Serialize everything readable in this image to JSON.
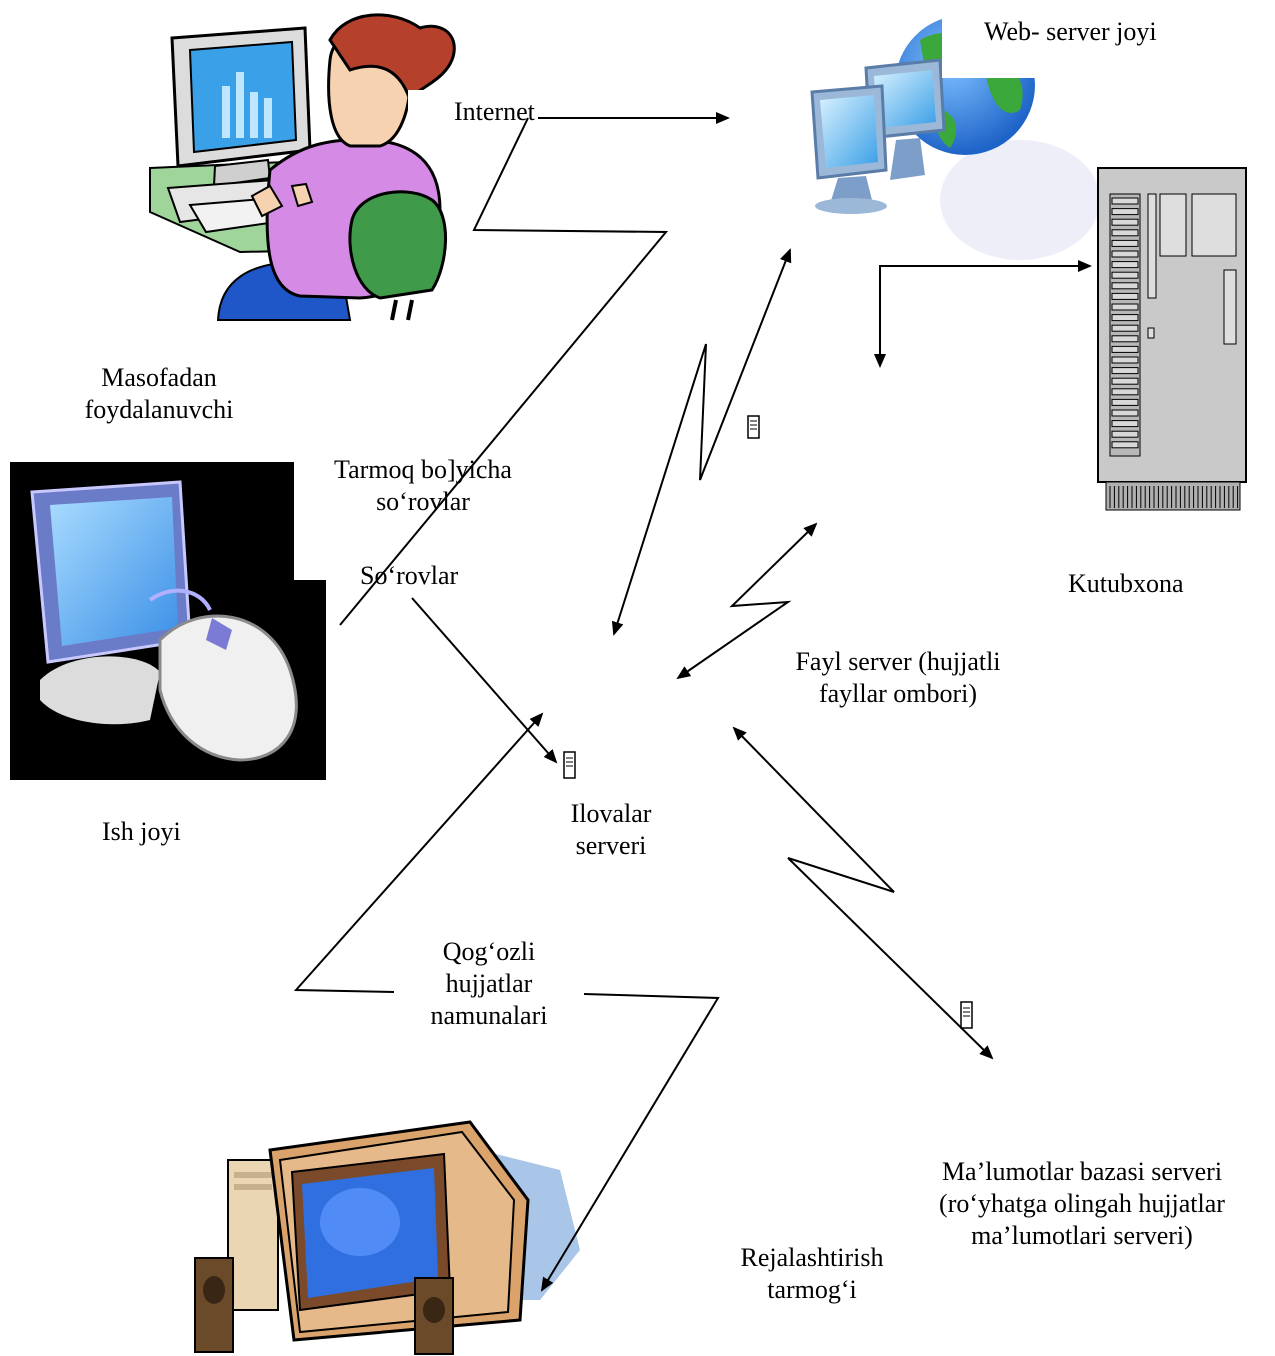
{
  "labels": {
    "web_server": "Web- server joyi",
    "internet": "Internet",
    "remote_user": [
      "Masofadan",
      "foydalanuvchi"
    ],
    "network_requests": [
      "Tarmoq bo]yicha",
      "so‘rovlar"
    ],
    "requests": "So‘rovlar",
    "library": "Kutubxona",
    "file_server": [
      "Fayl server (hujjatli",
      "fayllar ombori)"
    ],
    "workplace": "Ish joyi",
    "app_server": [
      "Ilovalar",
      "serveri"
    ],
    "paper_templates": [
      "Qog‘ozli",
      "hujjatlar",
      "namunalari"
    ],
    "db_server": [
      "Ma’lumotlar bazasi serveri",
      "(ro‘yhatga olingah hujjatlar",
      "ma’lumotlari serveri)"
    ],
    "planning_network": [
      "Rejalashtirish",
      "tarmog‘i"
    ]
  },
  "colors": {
    "line": "#000000",
    "monitor_screen": "#3aa0e8",
    "globe_ocean": "#1e64c8",
    "globe_land": "#3aa83a",
    "woman_shirt": "#d58be6",
    "chair": "#3f9a4a",
    "desk": "#9fd49a",
    "server_gray": "#c9c9c9",
    "crt_body": "#d9a36b",
    "crt_screen": "#2f6fe0"
  },
  "icons": [
    "remote-user-icon",
    "web-server-globe-icon",
    "library-server-tower-icon",
    "workstation-icon",
    "planning-pc-icon",
    "server-small-icon"
  ]
}
